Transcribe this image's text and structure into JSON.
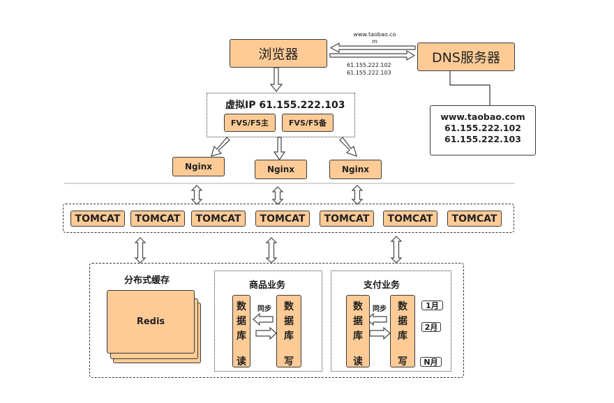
{
  "browser": {
    "label": "浏览器"
  },
  "dns": {
    "label": "DNS服务器",
    "request_label_line1": "www.taobao.co",
    "request_label_line2": "m",
    "response_line1": "61.155.222.102",
    "response_line2": "61.155.222.103",
    "record": {
      "domain": "www.taobao.com",
      "ip1": "61.155.222.102",
      "ip2": "61.155.222.103"
    }
  },
  "load_balancer": {
    "title": "虚拟IP 61.155.222.103",
    "primary": "FVS/F5主",
    "backup": "FVS/F5备"
  },
  "nginx": [
    "Nginx",
    "Nginx",
    "Nginx"
  ],
  "tomcat": [
    "TOMCAT",
    "TOMCAT",
    "TOMCAT",
    "TOMCAT",
    "TOMCAT",
    "TOMCAT",
    "TOMCAT"
  ],
  "cache": {
    "title": "分布式缓存",
    "redis": "Redis"
  },
  "goods": {
    "title": "商品业务",
    "read_db": [
      "数",
      "据",
      "库",
      "读"
    ],
    "write_db": [
      "数",
      "据",
      "库",
      "写"
    ],
    "sync_label": "同步"
  },
  "payment": {
    "title": "支付业务",
    "read_db": [
      "数",
      "据",
      "库",
      "读"
    ],
    "write_db": [
      "数",
      "据",
      "库",
      "写"
    ],
    "sync_label": "同步",
    "months": [
      "1月",
      "2月",
      "N月"
    ]
  },
  "colors": {
    "node_fill": "#fecb96",
    "border": "#3a3a3a"
  }
}
